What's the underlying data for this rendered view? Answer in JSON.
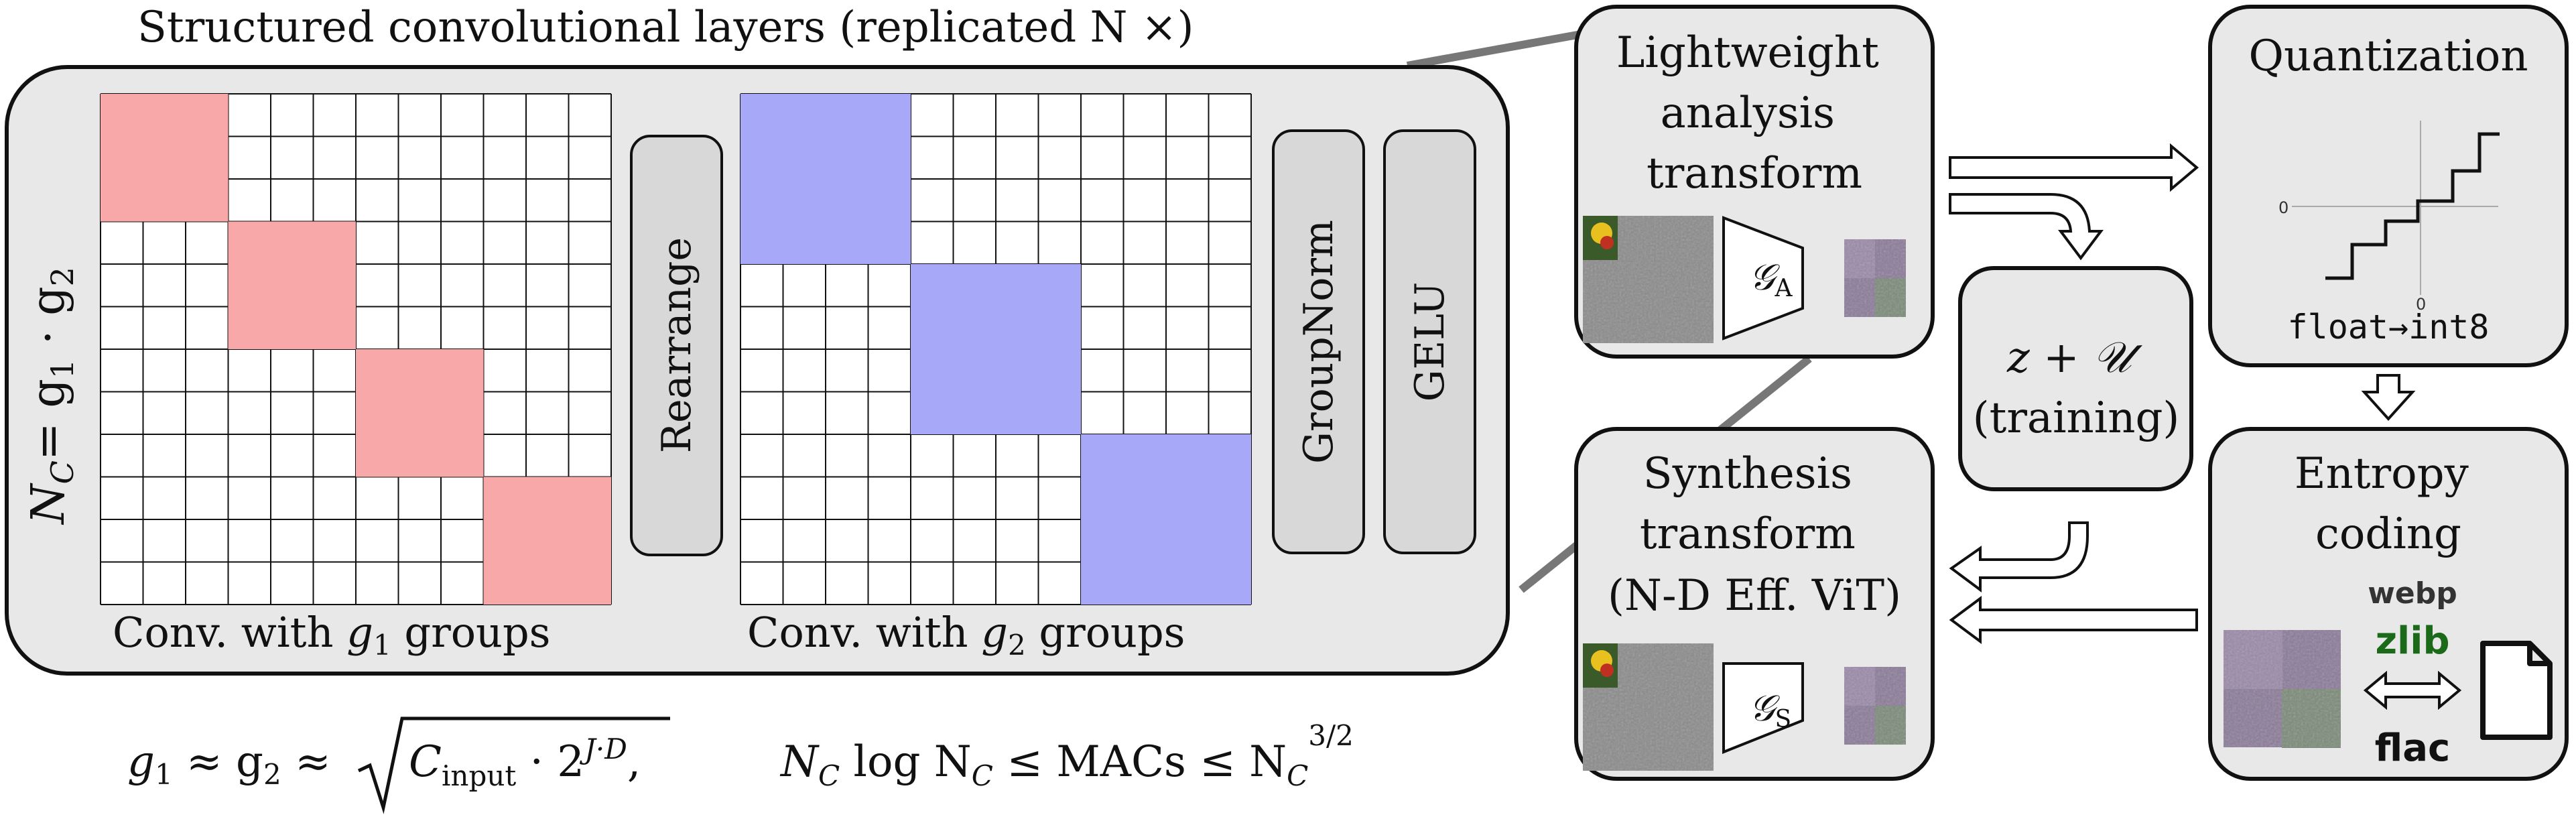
{
  "title": "Structured convolutional layers (replicated N ×)",
  "nc_label": "N",
  "nc_sub": "C",
  "nc_eq": "= g",
  "nc_g1": "1",
  "nc_dot": " · g",
  "nc_g2": "2",
  "rearrange_label": "Rearrange",
  "groupnorm_label": "GroupNorm",
  "gelu_label": "GELU",
  "conv1_caption_pre": "Conv. with ",
  "conv1_caption_g": "g",
  "conv1_caption_sub": "1",
  "conv1_caption_post": " groups",
  "conv2_caption_pre": "Conv. with ",
  "conv2_caption_g": "g",
  "conv2_caption_sub": "2",
  "conv2_caption_post": " groups",
  "formula1": {
    "g1": "g",
    "s1": "1",
    "approx1": " ≈ g",
    "s2": "2",
    "approx2": " ≈ ",
    "c": "C",
    "csub": "input",
    "times": " · 2",
    "exp": "J·D",
    "comma": ","
  },
  "formula2": {
    "n1": "N",
    "n1sub": "C",
    "log": " log N",
    "n2sub": "C",
    "le": " ≤ MACs ≤ N",
    "n3sub": "C",
    "exp": "3/2"
  },
  "analysis": {
    "lines": [
      "Lightweight",
      "analysis",
      "transform"
    ],
    "ga": "𝒢",
    "ga_sub": "A"
  },
  "synthesis": {
    "lines": [
      "Synthesis",
      "transform",
      "(N-D Eff. ViT)"
    ],
    "gs": "𝒢",
    "gs_sub": "S"
  },
  "noise": {
    "line1": "z + 𝒰",
    "line2": "(training)"
  },
  "quantization": {
    "title": "Quantization",
    "axis_zero": "0",
    "axis_zero2": "0",
    "caption": "float→int8"
  },
  "entropy": {
    "lines": [
      "Entropy",
      "coding"
    ],
    "logos": [
      "webp",
      "zlib",
      "flac"
    ]
  },
  "colors": {
    "pink": "#f8a8a8",
    "blue": "#a8a8f8",
    "panel": "#e8e8e8",
    "button": "#d8d8d8"
  },
  "chart_data": {
    "conv1": {
      "groups": 4,
      "cells": 12
    },
    "conv2": {
      "groups": 3,
      "cells": 12
    }
  }
}
